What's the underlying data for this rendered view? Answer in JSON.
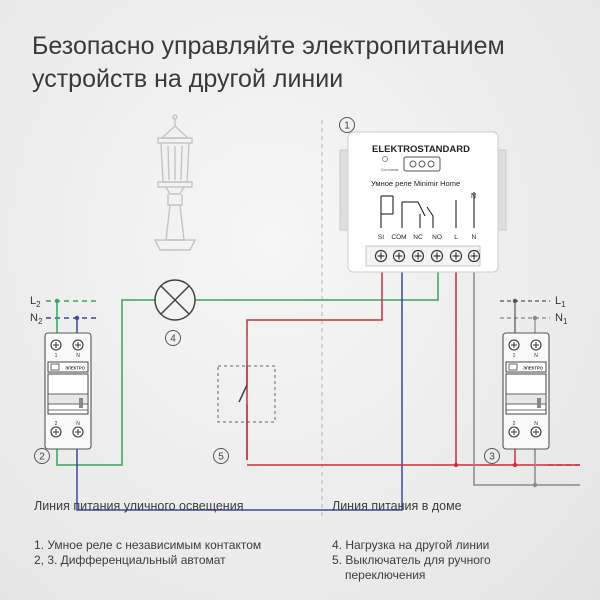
{
  "headline": {
    "line1": "Безопасно управляйте электропитанием",
    "line2": "устройств на другой линии"
  },
  "relay": {
    "brand": "ELEKTROSTANDARD",
    "model": "Умное реле Minimir Home",
    "status_label": "Состояние",
    "terminals": [
      "SI",
      "COM",
      "NC",
      "NO",
      "L",
      "N"
    ],
    "top_n": "N"
  },
  "lines": {
    "left_l": "L",
    "left_l_sub": "2",
    "left_n": "N",
    "left_n_sub": "2",
    "right_l": "L",
    "right_l_sub": "1",
    "right_n": "N",
    "right_n_sub": "1"
  },
  "markers": [
    "1",
    "2",
    "3",
    "4",
    "5"
  ],
  "breaker": {
    "brand": "ЭЛЕКТРО",
    "top_terms": [
      "1",
      "N"
    ],
    "bottom_terms": [
      "2",
      "N"
    ]
  },
  "captions": {
    "left": "Линия питания уличного освещения",
    "right": "Линия питания в доме"
  },
  "legend": {
    "col1": [
      "1. Умное реле с независимым контактом",
      "2, 3. Дифференциальный автомат"
    ],
    "col2_line1": "4. Нагрузка на другой линии",
    "col2_line2a": "5. Выключатель для ручного",
    "col2_line2b": "переключения"
  },
  "colors": {
    "green": "#3aa35a",
    "blue": "#3d46a0",
    "red": "#c8323a",
    "gray_wire": "#8a8a8a",
    "text": "#3a3a3a"
  }
}
